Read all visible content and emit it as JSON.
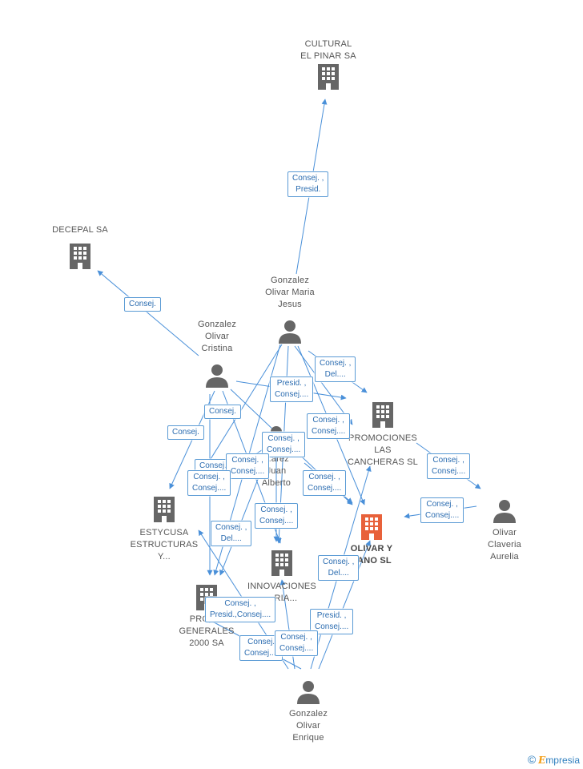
{
  "colors": {
    "edge": "#4a90d9",
    "company": "#666666",
    "highlight_company": "#e8613a",
    "person": "#666666"
  },
  "nodes": {
    "cultural": "CULTURAL\nEL PINAR SA",
    "decepal": "DECEPAL SA",
    "gonzalez_maria_jesus": "Gonzalez\nOlivar Maria\nJesus",
    "gonzalez_cristina": "Gonzalez\nOlivar\nCristina",
    "promociones_cancheras": "PROMOCIONES\nLAS\nCANCHERAS SL",
    "olivar_aurelia": "Olivar\nClaveria\nAurelia",
    "olivar_lozano": "OLIVAR Y\nZANO SL",
    "estycusa": "ESTYCUSA\nESTRUCTURAS\nY...",
    "innovaciones": "INNOVACIONES\n...RIA...",
    "promociones_generales": "PROMO\nGENERALES\n2000 SA",
    "gonzalez_juan_alberto": "...arez\nJuan\nAlberto",
    "gonzalez_enrique": "Gonzalez\nOlivar\nEnrique"
  },
  "edge_labels": [
    "Consej. ,\nPresid.",
    "Consej.",
    "Consej. ,\nDel....",
    "Presid. ,\nConsej....",
    "Consej.",
    "Consej.",
    "Consej. ,\nConsej....",
    "Consej. ,\nConsej....",
    "Consej. ,\nConsej....",
    "Consej.",
    "Consej. ,\nConsej....",
    "Consej. ,\nConsej....",
    "Consej. ,\nConsej....",
    "Consej. ,\nConsej....",
    "Consej. ,\nConsej....",
    "Consej. ,\nDel....",
    "Consej. ,\nDel....",
    "Consej. ,\nPresid.,Consej....",
    "Presid. ,\nConsej....",
    "Consej.\nConsej....",
    "Consej. ,\nConsej...."
  ],
  "brand": {
    "copyright": "©",
    "e_letter": "E",
    "name": "mpresia"
  }
}
